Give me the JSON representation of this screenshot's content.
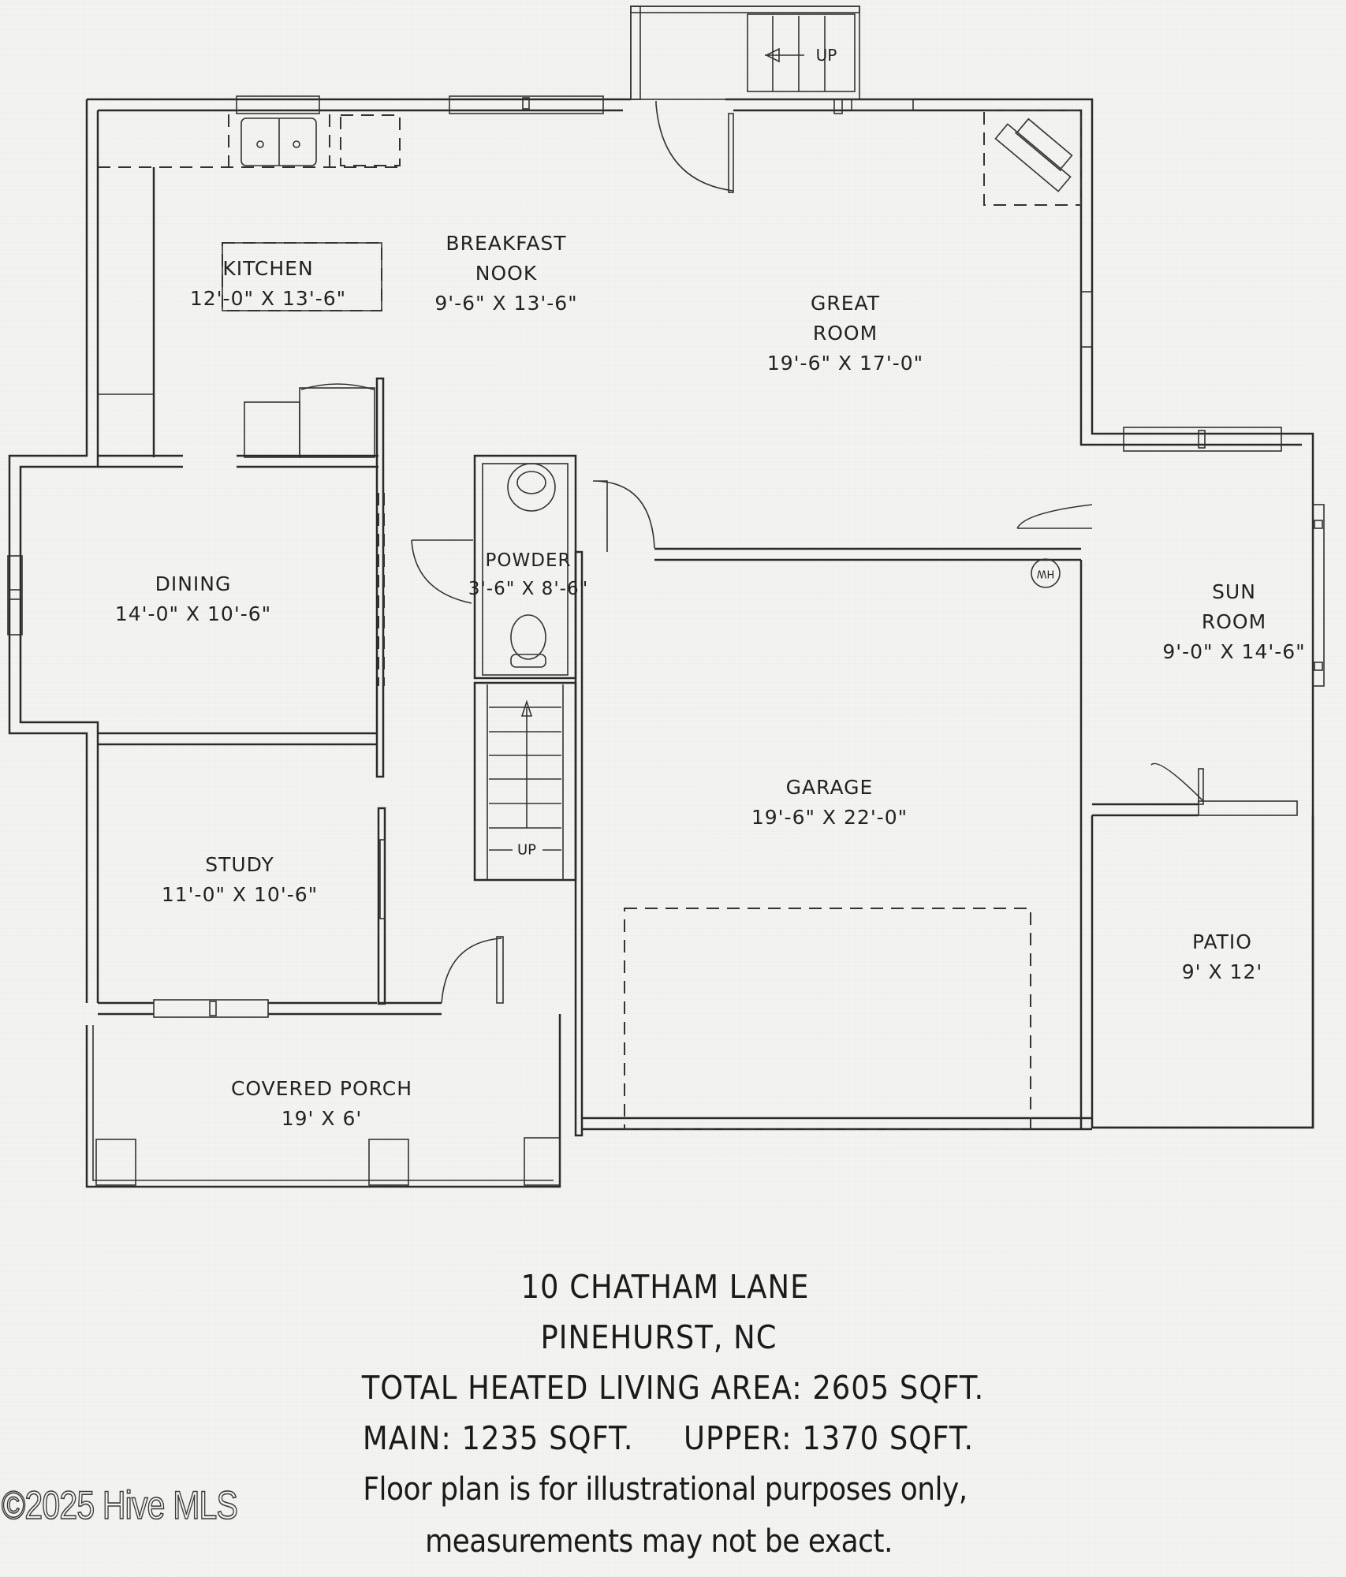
{
  "rooms": {
    "kitchen": {
      "name": "KITCHEN",
      "dims": "12'-0\" X 13'-6\""
    },
    "breakfast_nook": {
      "name_line1": "BREAKFAST",
      "name_line2": "NOOK",
      "dims": "9'-6\" X 13'-6\""
    },
    "great_room": {
      "name_line1": "GREAT",
      "name_line2": "ROOM",
      "dims": "19'-6\" X 17'-0\""
    },
    "dining": {
      "name": "DINING",
      "dims": "14'-0\" X 10'-6\""
    },
    "powder": {
      "name": "POWDER",
      "dims": "3'-6\" X 8'-6\""
    },
    "sun_room": {
      "name_line1": "SUN",
      "name_line2": "ROOM",
      "dims": "9'-0\" X 14'-6\""
    },
    "garage": {
      "name": "GARAGE",
      "dims": "19'-6\" X 22'-0\""
    },
    "study": {
      "name": "STUDY",
      "dims": "11'-0\" X 10'-6\""
    },
    "patio": {
      "name": "PATIO",
      "dims": "9' X 12'"
    },
    "covered_porch": {
      "name": "COVERED PORCH",
      "dims": "19' X 6'"
    }
  },
  "fixtures": {
    "rear_stair_label": "UP",
    "main_stair_label": "UP",
    "water_heater_label": "WH"
  },
  "footer": {
    "address": "10 CHATHAM LANE",
    "city": "PINEHURST, NC",
    "total_area": "TOTAL HEATED LIVING AREA: 2605 SQFT.",
    "main_upper": "MAIN: 1235 SQFT.     UPPER: 1370 SQFT.",
    "disclaimer_line1": "Floor plan is for illustrational purposes only,",
    "disclaimer_line2": "measurements may not be exact."
  },
  "watermark": "©2025 Hive MLS",
  "colors": {
    "paper": "#f4f4f2",
    "ink": "#2a2a2a"
  }
}
